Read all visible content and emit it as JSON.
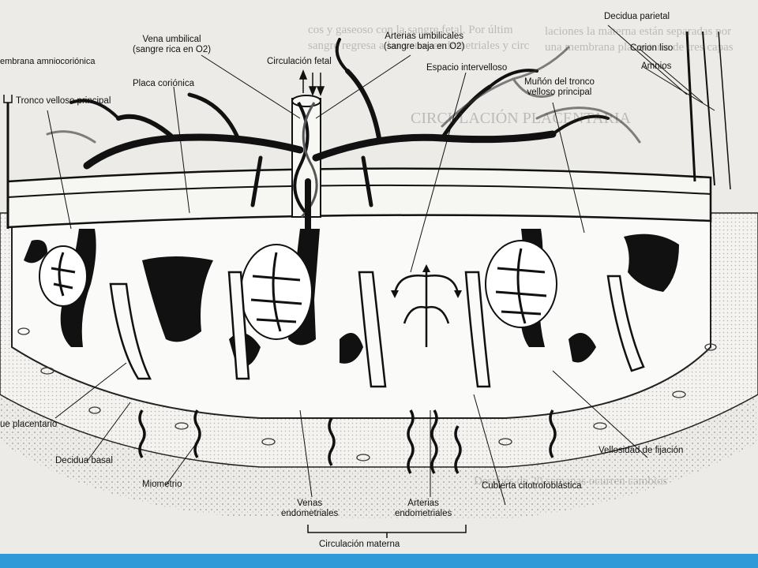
{
  "labels": {
    "vena_umbilical": "Vena umbilical\n(sangre rica en O2)",
    "circulacion_fetal": "Circulación fetal",
    "arterias_umbilicales": "Arterias umbilicales\n(sangre baja en O2)",
    "decidua_parietal": "Decidua parietal",
    "corion_liso": "Corion liso",
    "amnios": "Amnios",
    "membrana_amniocorionica": "embrana amniocoriónica",
    "tronco_velloso_principal": "Tronco velloso principal",
    "placa_corionica": "Placa coriónica",
    "espacio_intervelloso": "Espacio intervelloso",
    "munon": "Muñón del tronco\nvelloso principal",
    "vellosidad_fijacion": "Vellosidad de fijación",
    "tabique_placentario": "ue placentario",
    "decidua_basal": "Decidua basal",
    "miometrio": "Miometrio",
    "venas_endometriales": "Venas\nendometriales",
    "arterias_endometriales": "Arterias\nendometriales",
    "cubierta_citotrofoblastica": "Cubierta citotrofoblástica",
    "circulacion_materna": "Circulación materna"
  },
  "background_text": [
    "cos y gaseoso con la sangre fetal. Por últim",
    "sangre regresa a las venas endometriales y circ",
    "laciones la materna están separadas por",
    "una membrana placentaria de tres capas",
    "CIRCULACIÓN PLACENTARIA",
    "Después de 20 semanas ocurren cambios"
  ],
  "colors": {
    "page": "#ecebe7",
    "ink": "#111111",
    "accent_bar": "#2e9bd8",
    "highlight": "#7fe07a"
  }
}
